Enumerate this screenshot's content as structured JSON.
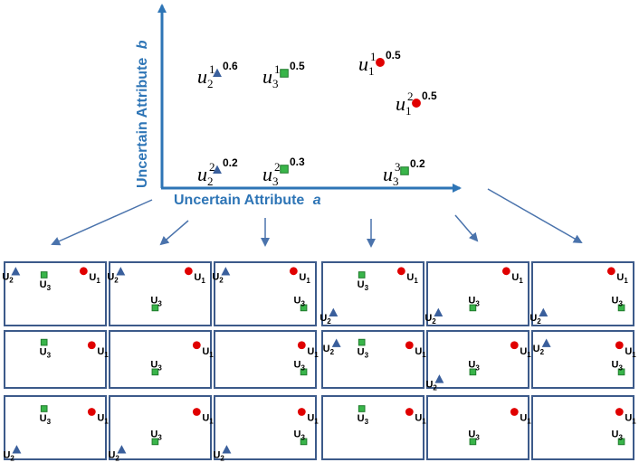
{
  "axes": {
    "x_label": "Uncertain Attribute",
    "x_var": "a",
    "y_label": "Uncertain Attribute",
    "y_var": "b"
  },
  "colors": {
    "axis": "#2e75b6",
    "u1": "#e00000",
    "u2": "#3a5f9c",
    "u3": "#39b54a",
    "frame": "#3c5a8a"
  },
  "instances": [
    {
      "obj": "u",
      "num": "2",
      "sup": "1",
      "prob": "0.6",
      "shape": "triangle"
    },
    {
      "obj": "u",
      "num": "3",
      "sup": "1",
      "prob": "0.5",
      "shape": "square"
    },
    {
      "obj": "u",
      "num": "1",
      "sup": "1",
      "prob": "0.5",
      "shape": "circle"
    },
    {
      "obj": "u",
      "num": "1",
      "sup": "2",
      "prob": "0.5",
      "shape": "circle"
    },
    {
      "obj": "u",
      "num": "2",
      "sup": "2",
      "prob": "0.2",
      "shape": "triangle"
    },
    {
      "obj": "u",
      "num": "3",
      "sup": "2",
      "prob": "0.3",
      "shape": "square"
    },
    {
      "obj": "u",
      "num": "3",
      "sup": "3",
      "prob": "0.2",
      "shape": "square"
    }
  ],
  "world_label": {
    "main": "U",
    "u1": "1",
    "u2": "2",
    "u3": "3"
  },
  "worlds": [
    {
      "u1": "1",
      "u2": "1",
      "u3": "1"
    },
    {
      "u1": "1",
      "u2": "1",
      "u3": "2"
    },
    {
      "u1": "1",
      "u2": "1",
      "u3": "3"
    },
    {
      "u1": "1",
      "u2": "2",
      "u3": "1"
    },
    {
      "u1": "1",
      "u2": "2",
      "u3": "2"
    },
    {
      "u1": "1",
      "u2": "2",
      "u3": "3"
    },
    {
      "u1": "2",
      "u2": null,
      "u3": "1"
    },
    {
      "u1": "2",
      "u2": null,
      "u3": "2"
    },
    {
      "u1": "2",
      "u2": null,
      "u3": "3"
    },
    {
      "u1": "2",
      "u2": "1",
      "u3": "1"
    },
    {
      "u1": "2",
      "u2": "2",
      "u3": "2"
    },
    {
      "u1": "2",
      "u2": "1",
      "u3": "3"
    },
    {
      "u1": "2",
      "u2": "2",
      "u3": "1"
    },
    {
      "u1": "2",
      "u2": "2",
      "u3": "2"
    },
    {
      "u1": "2",
      "u2": "2",
      "u3": "3"
    },
    {
      "u1": "2",
      "u2": null,
      "u3": "1"
    },
    {
      "u1": "2",
      "u2": null,
      "u3": "2"
    },
    {
      "u1": "2",
      "u2": null,
      "u3": "3"
    }
  ]
}
